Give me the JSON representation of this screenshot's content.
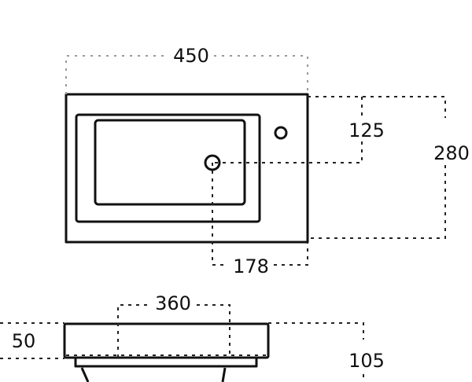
{
  "drawing": {
    "plan_view": {
      "width_dim": "450",
      "drain_offset_dim": "125",
      "depth_dim": "280",
      "drain_from_edge_dim": "178"
    },
    "side_view": {
      "waste_spacing_dim": "360",
      "rim_height_dim": "50",
      "total_height_dim": "105"
    }
  }
}
